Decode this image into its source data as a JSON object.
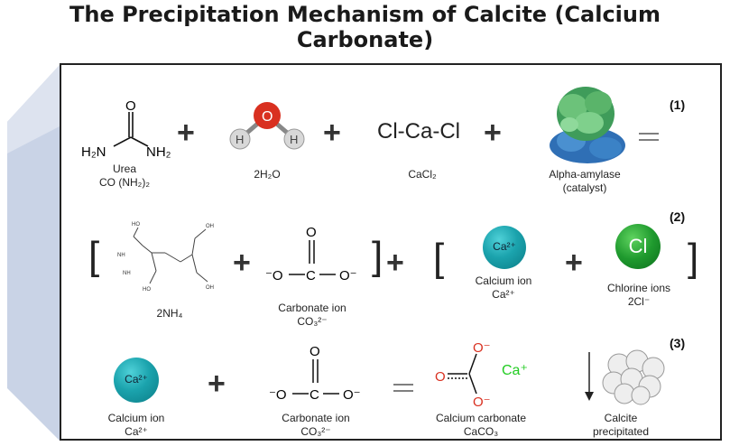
{
  "title": "The Precipitation Mechanism of Calcite (Calcium Carbonate)",
  "reactions": {
    "r1": {
      "number": "(1)",
      "urea_label": "Urea",
      "urea_formula": "CO (NH₂)₂",
      "urea_h2n": "H₂N",
      "urea_nh2": "NH₂",
      "urea_o": "O",
      "water_label": "2H₂O",
      "water_o": "O",
      "water_h": "H",
      "cacl2_structure": "Cl-Ca-Cl",
      "cacl2_label": "CaCl₂",
      "enzyme_label_1": "Alpha-amylase",
      "enzyme_label_2": "(catalyst)"
    },
    "r2": {
      "number": "(2)",
      "edta_label": "2NH₄",
      "carbonate_label": "Carbonate ion",
      "carbonate_formula": "CO₃²⁻",
      "calcium_label": "Calcium ion",
      "calcium_formula": "Ca²⁺",
      "calcium_symbol": "Ca²⁺",
      "chlorine_label": "Chlorine ions",
      "chlorine_formula": "2Cl⁻",
      "chlorine_symbol": "Cl"
    },
    "r3": {
      "number": "(3)",
      "calcium_label": "Calcium ion",
      "calcium_formula": "Ca²⁺",
      "calcium_symbol": "Ca²⁺",
      "carbonate_label": "Carbonate ion",
      "carbonate_formula": "CO₃²⁻",
      "caco3_label": "Calcium carbonate",
      "caco3_formula": "CaCO₃",
      "caco3_ca": "Ca⁺",
      "calcite_label_1": "Calcite",
      "calcite_label_2": "precipitated"
    }
  },
  "colors": {
    "oxygen_red": "#d93020",
    "calcium_teal": "#1ba3ad",
    "chlorine_green": "#1f9a2e",
    "ca_plus_green": "#22cc22",
    "wedge_blue": "#c9d3e6"
  }
}
